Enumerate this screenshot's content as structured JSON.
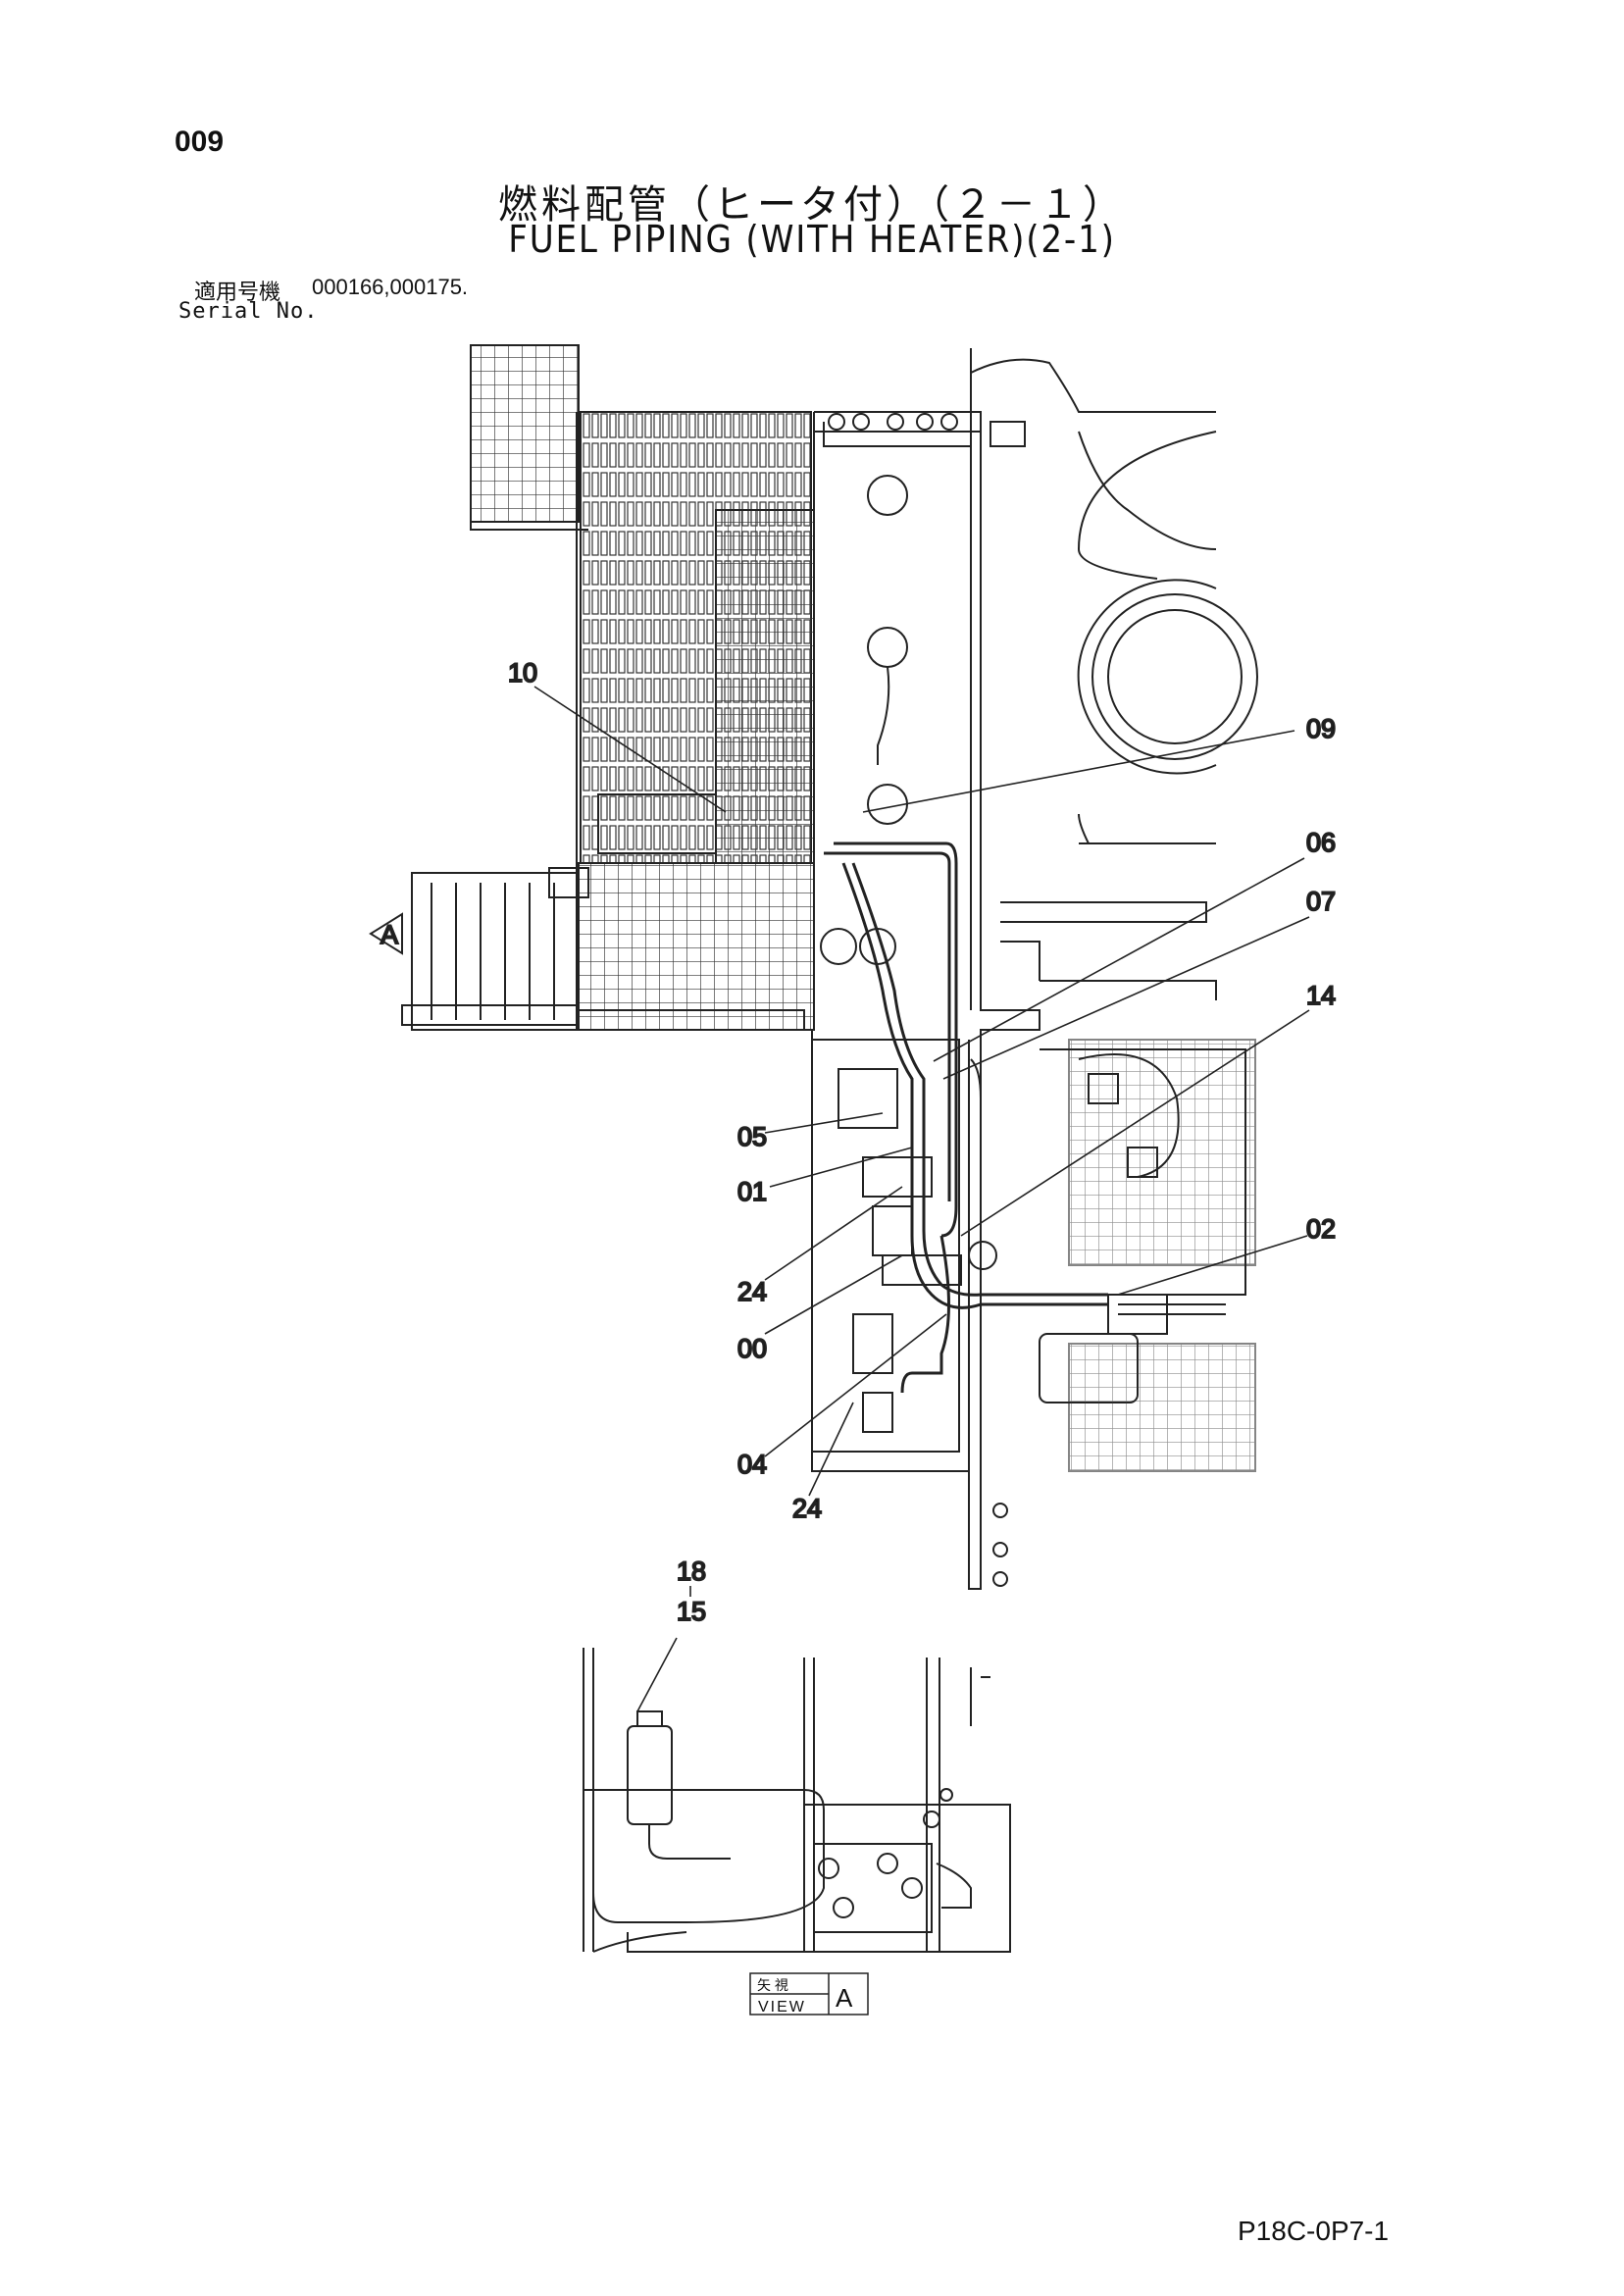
{
  "page_number": "009",
  "title_jp": "燃料配管（ヒータ付）（２－１）",
  "title_en": "FUEL PIPING (WITH HEATER)(2-1)",
  "serial_label_jp": "適用号機",
  "serial_values": "000166,000175.",
  "serial_label_en": "Serial No.",
  "callouts": {
    "c10": "10",
    "c09": "09",
    "c06": "06",
    "c07": "07",
    "c14": "14",
    "c05": "05",
    "c01": "01",
    "c02": "02",
    "c24a": "24",
    "c00": "00",
    "c04": "04",
    "c24b": "24",
    "c18": "18",
    "c15": "15",
    "view_marker": "A"
  },
  "view_label": {
    "jp": "矢 視",
    "en": "VIEW",
    "letter": "A"
  },
  "doc_code": "P18C-0P7-1"
}
